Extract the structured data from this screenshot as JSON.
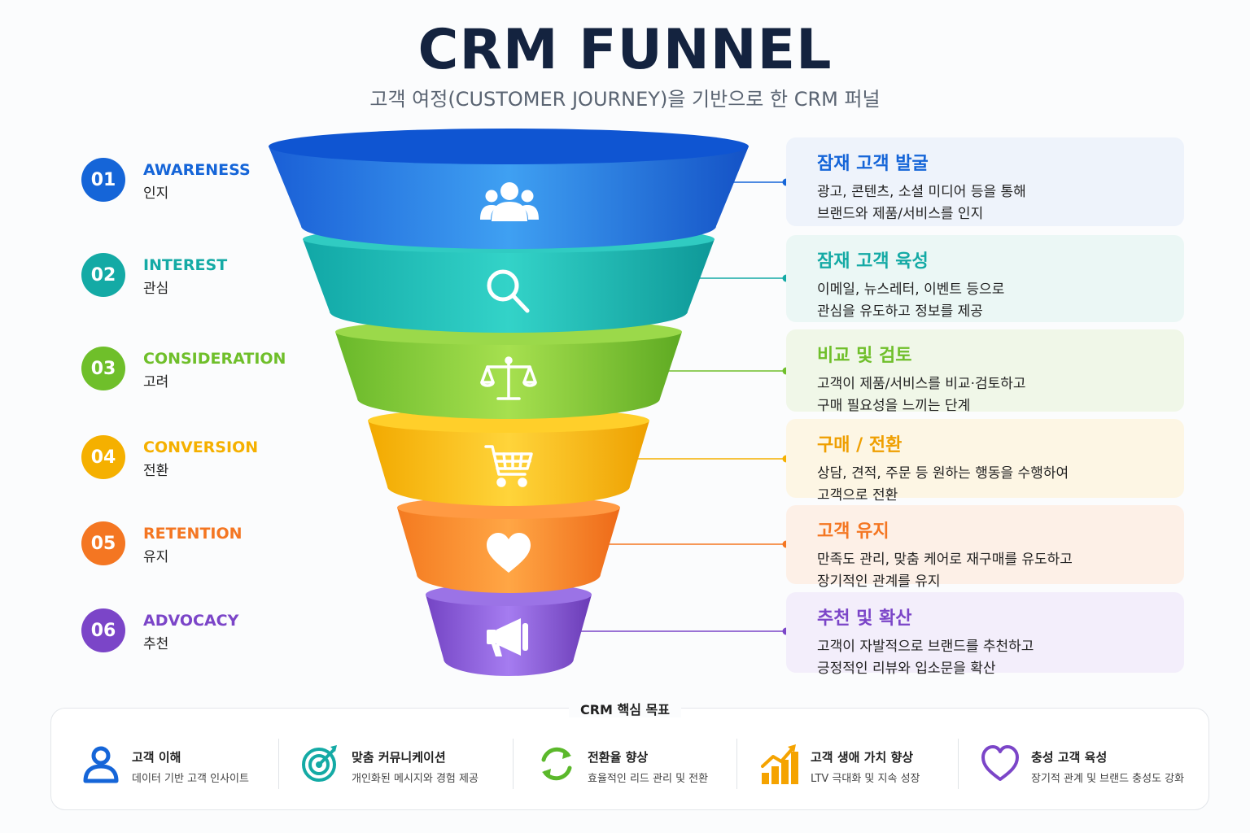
{
  "title": "CRM FUNNEL",
  "subtitle": "고객 여정(CUSTOMER JOURNEY)을 기반으로 한 CRM 퍼널",
  "stages": [
    {
      "num": "01",
      "en": "AWARENESS",
      "ko": "인지",
      "color": "#1565d8",
      "icon": "users-icon",
      "desc_title": "잠재 고객 발굴",
      "desc_lines": [
        "광고, 콘텐츠, 소셜 미디어 등을 통해",
        "브랜드와 제품/서비스를 인지"
      ]
    },
    {
      "num": "02",
      "en": "INTEREST",
      "ko": "관심",
      "color": "#14aaa5",
      "icon": "search-icon",
      "desc_title": "잠재 고객 육성",
      "desc_lines": [
        "이메일, 뉴스레터, 이벤트 등으로",
        "관심을 유도하고 정보를 제공"
      ]
    },
    {
      "num": "03",
      "en": "CONSIDERATION",
      "ko": "고려",
      "color": "#6fbf2a",
      "icon": "scale-icon",
      "desc_title": "비교 및 검토",
      "desc_lines": [
        "고객이 제품/서비스를 비교·검토하고",
        "구매 필요성을 느끼는 단계"
      ]
    },
    {
      "num": "04",
      "en": "CONVERSION",
      "ko": "전환",
      "color": "#f5b000",
      "icon": "cart-icon",
      "desc_title": "구매 / 전환",
      "desc_lines": [
        "상담, 견적, 주문 등 원하는 행동을 수행하여",
        "고객으로 전환"
      ]
    },
    {
      "num": "05",
      "en": "RETENTION",
      "ko": "유지",
      "color": "#f47622",
      "icon": "heart-icon",
      "desc_title": "고객 유지",
      "desc_lines": [
        "만족도 관리, 맞춤 케어로 재구매를 유도하고",
        "장기적인 관계를 유지"
      ]
    },
    {
      "num": "06",
      "en": "ADVOCACY",
      "ko": "추천",
      "color": "#7b45c8",
      "icon": "megaphone-icon",
      "desc_title": "추천 및 확산",
      "desc_lines": [
        "고객이 자발적으로 브랜드를 추천하고",
        "긍정적인 리뷰와 입소문을 확산"
      ]
    }
  ],
  "goals_heading": "CRM 핵심 목표",
  "goals": [
    {
      "title": "고객 이해",
      "sub": "데이터 기반 고객 인사이트",
      "icon": "user-icon",
      "color": "#1565d8"
    },
    {
      "title": "맞춤 커뮤니케이션",
      "sub": "개인화된 메시지와 경험 제공",
      "icon": "target-icon",
      "color": "#14aaa5"
    },
    {
      "title": "전환율 향상",
      "sub": "효율적인 리드 관리 및 전환",
      "icon": "refresh-icon",
      "color": "#5bb82b"
    },
    {
      "title": "고객 생애 가치 향상",
      "sub": "LTV 극대화 및 지속 성장",
      "icon": "growth-chart-icon",
      "color": "#f5a300"
    },
    {
      "title": "충성 고객 육성",
      "sub": "장기적 관계 및 브랜드 충성도 강화",
      "icon": "heart-outline-icon",
      "color": "#7b45c8"
    }
  ]
}
